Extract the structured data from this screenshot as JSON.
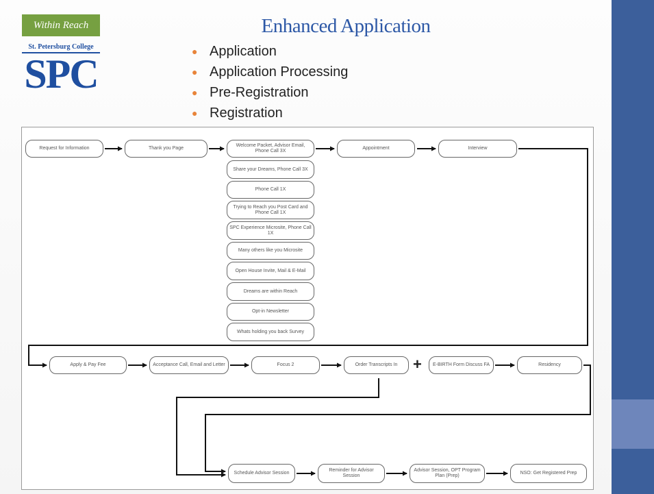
{
  "header": {
    "logo_tag": "Within Reach",
    "logo_college": "St. Petersburg College",
    "logo_main": "SPC",
    "title": "Enhanced Application"
  },
  "bullets": [
    "Application",
    "Application Processing",
    "Pre-Registration",
    "Registration"
  ],
  "flow": {
    "row1": [
      "Request for Information",
      "Thank you Page",
      "Welcome Packet, Advisor Email, Phone Call 3X",
      "Appointment",
      "Interview"
    ],
    "stack": [
      "Share your Dreams, Phone Call 3X",
      "Phone Call 1X",
      "Trying to Reach you Post Card and Phone Call 1X",
      "SPC Experience Microsite, Phone Call 1X",
      "Many others like you Microsite",
      "Open House Invite, Mail & E-Mail",
      "Dreams are within Reach",
      "Opt-in Newsletter",
      "Whats holding you back Survey"
    ],
    "row2": [
      "Apply & Pay Fee",
      "Acceptance Call, Email and Letter",
      "Focus 2",
      "Order Transcripts In",
      "E-BIRTH Form Discuss FA",
      "Residency"
    ],
    "plus": "+",
    "row3": [
      "Schedule Advisor Session",
      "Reminder for Advisor Session",
      "Advisor Session, OPT Program Plan (Prep)",
      "NSO: Get Registered Prep"
    ]
  }
}
